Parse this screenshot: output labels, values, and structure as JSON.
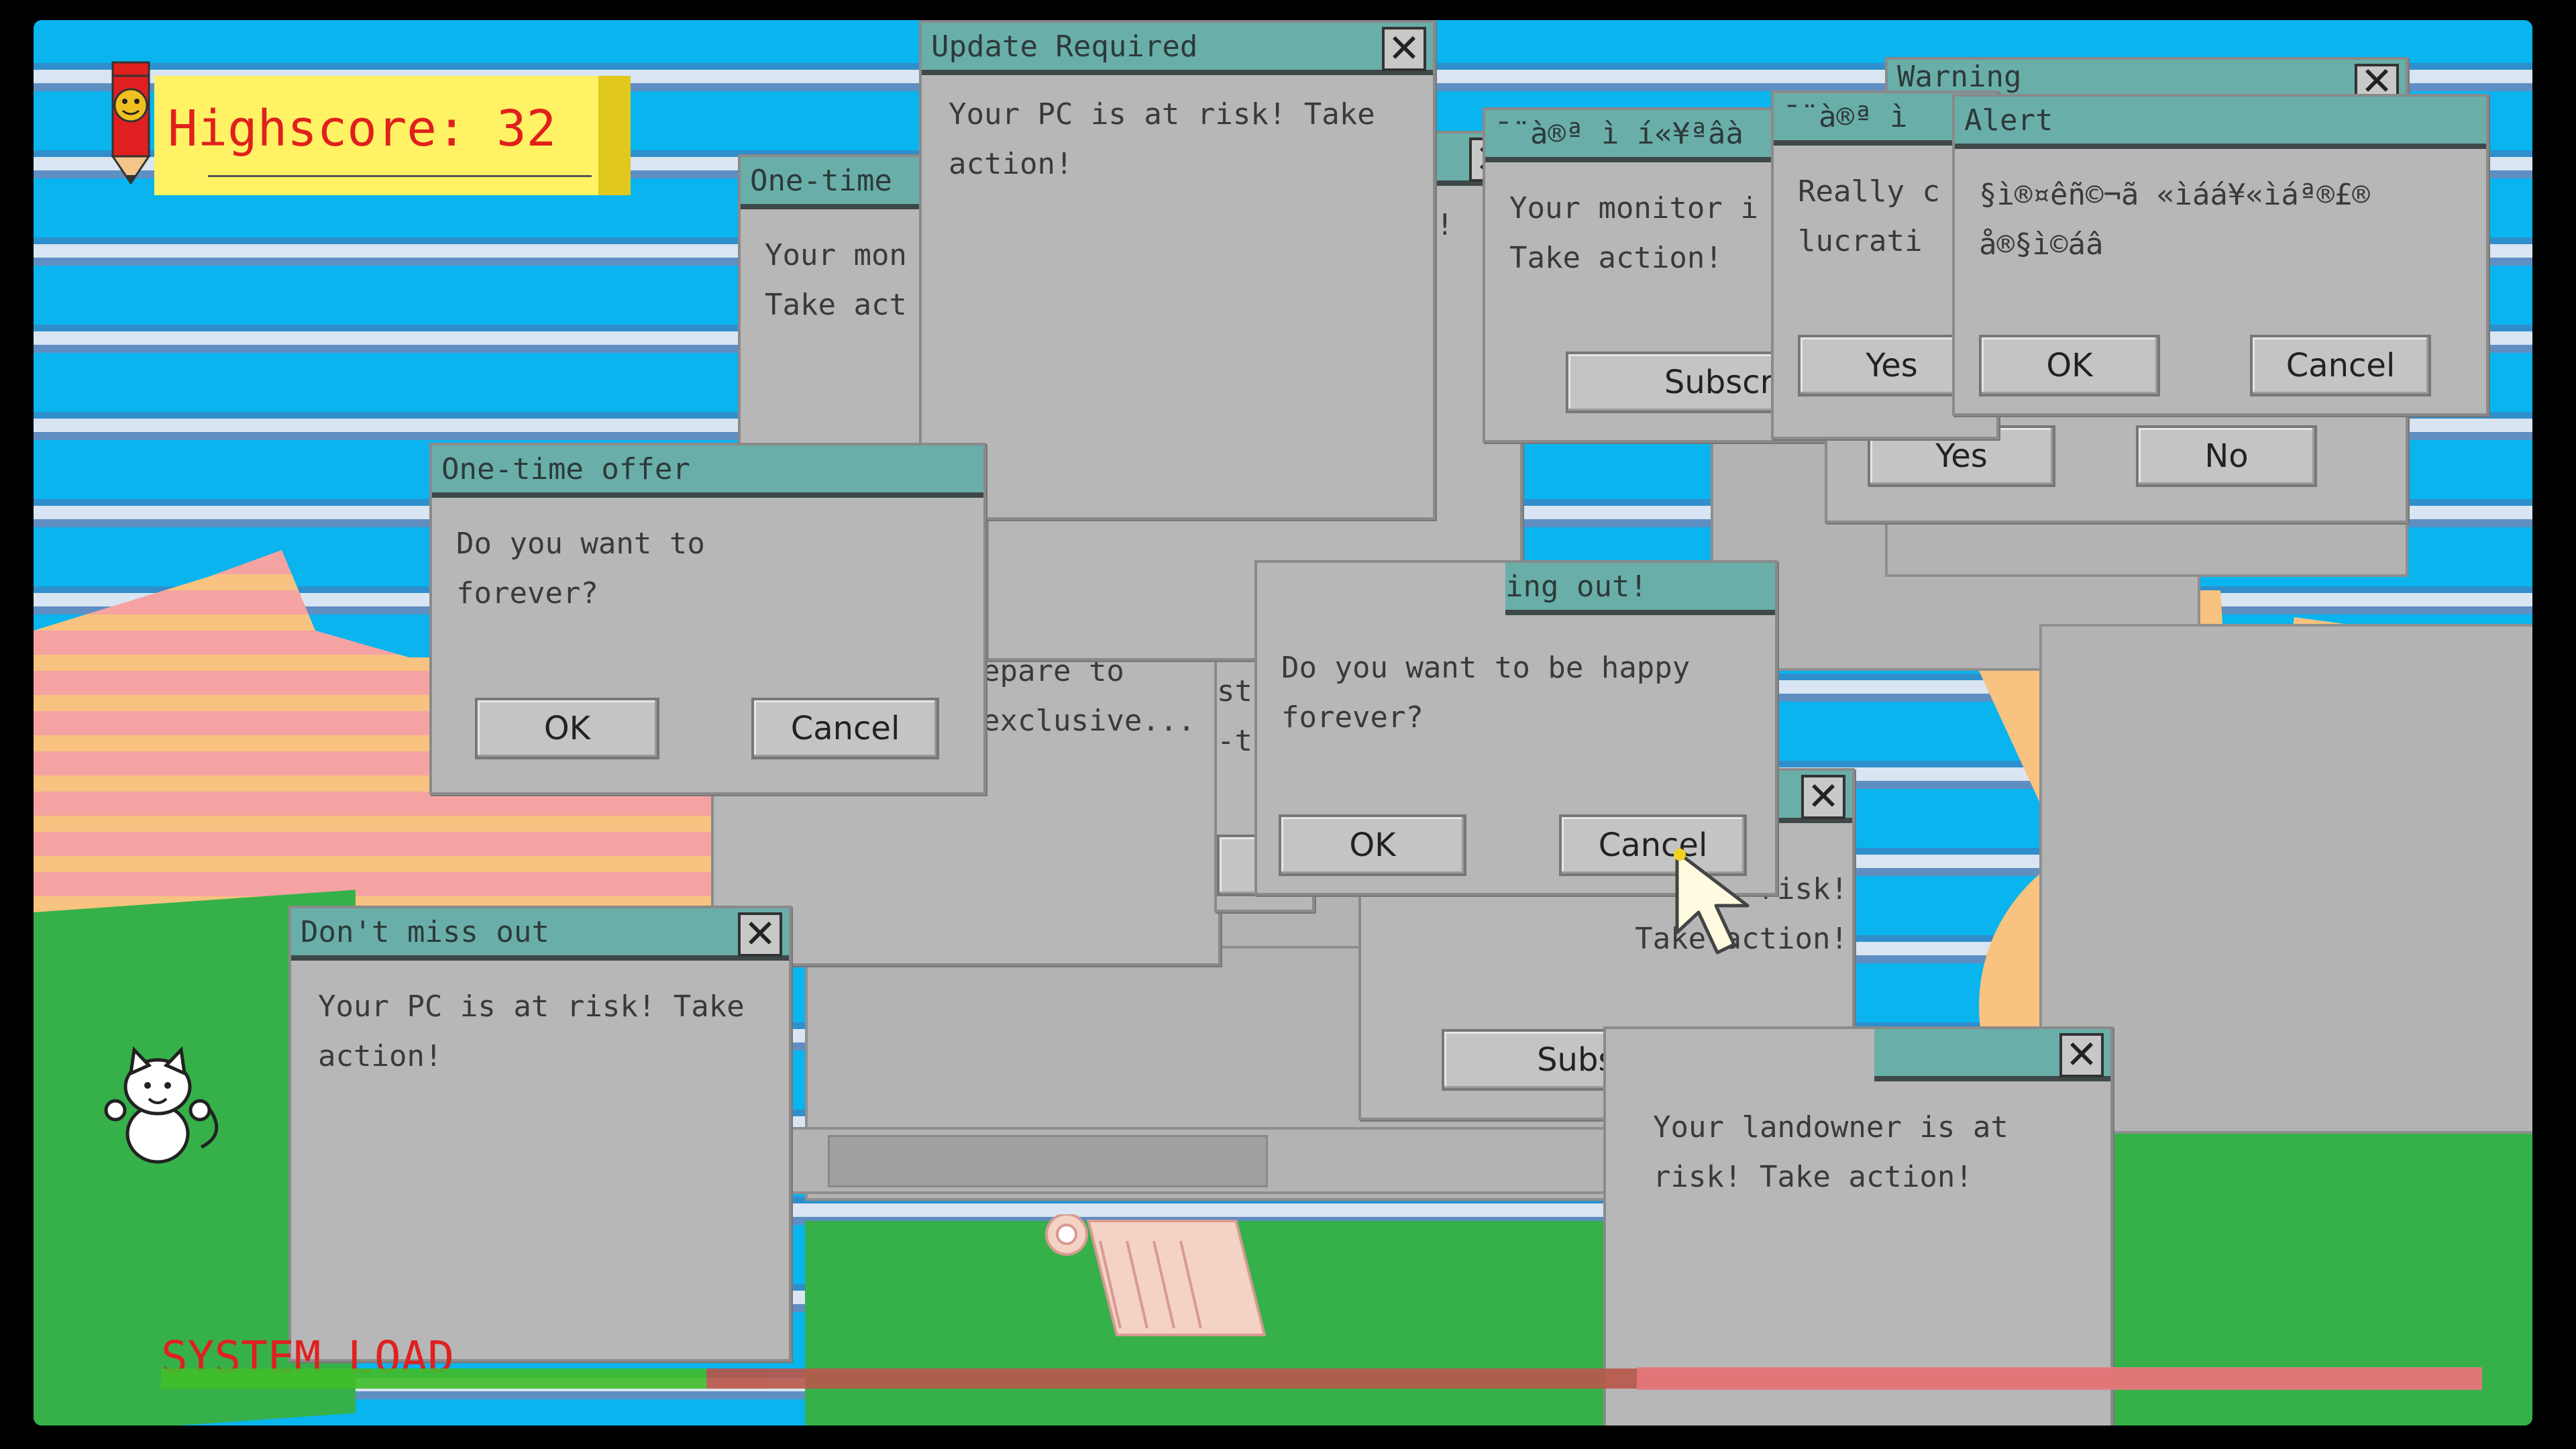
{
  "highscore": {
    "label": "Highscore:",
    "value": "32"
  },
  "system_load": {
    "label": "SYSTEM LOAD",
    "progress": 0.235
  },
  "windows": {
    "update": {
      "title": "Update Required",
      "message": "Your PC is at risk! Take\naction!"
    },
    "onetime_back": {
      "title": "One-time",
      "message": "Your mon\nTake act"
    },
    "onetime_front": {
      "title": "One-time offer",
      "message": "Do you want to\nforever?",
      "ok": "OK",
      "cancel": "Cancel"
    },
    "garbled1": {
      "title": "¯¨à®ª ì í«¥ªâà",
      "message": "Your monitor i\nTake action!",
      "button": "Subscrib"
    },
    "warning": {
      "title": "Warning"
    },
    "garbled2": {
      "title": "¯¨à®ª ì",
      "message": "Really c\nlucrati",
      "yes": "Yes"
    },
    "alert": {
      "title": "Alert",
      "message": "§ì®¤êñ©¬ã «ìáá¥«ìáª®£®\nå®§ì©áâ",
      "ok": "OK",
      "cancel": "Cancel"
    },
    "yesno": {
      "yes": "Yes",
      "no": "No"
    },
    "missing": {
      "title": "ing out!",
      "message": "Do you want to be happy\nforever?",
      "ok": "OK",
      "cancel": "Cancel"
    },
    "prepare": {
      "message": "epare to\nexclusive..."
    },
    "partial": {
      "message": "sti\n-ti"
    },
    "subscribe_win": {
      "message": "risk!\nTake action!",
      "button": "Subscribe"
    },
    "dontmiss": {
      "title": "Don't miss out",
      "message": "Your PC is at risk! Take\naction!"
    },
    "landowner": {
      "message": "Your landowner is at\nrisk! Take action!"
    },
    "peek": {
      "message": "k!"
    }
  },
  "icons": [
    "pencil-mascot-icon",
    "cat-icon",
    "mouse-cursor-icon",
    "close-icon",
    "scroll-icon"
  ],
  "colors": {
    "titlebar": "#6aaea9",
    "window": "#b7b7b7",
    "sky": "#0ab4ee",
    "ground": "#36b14a",
    "highscore": "#e0201c"
  }
}
